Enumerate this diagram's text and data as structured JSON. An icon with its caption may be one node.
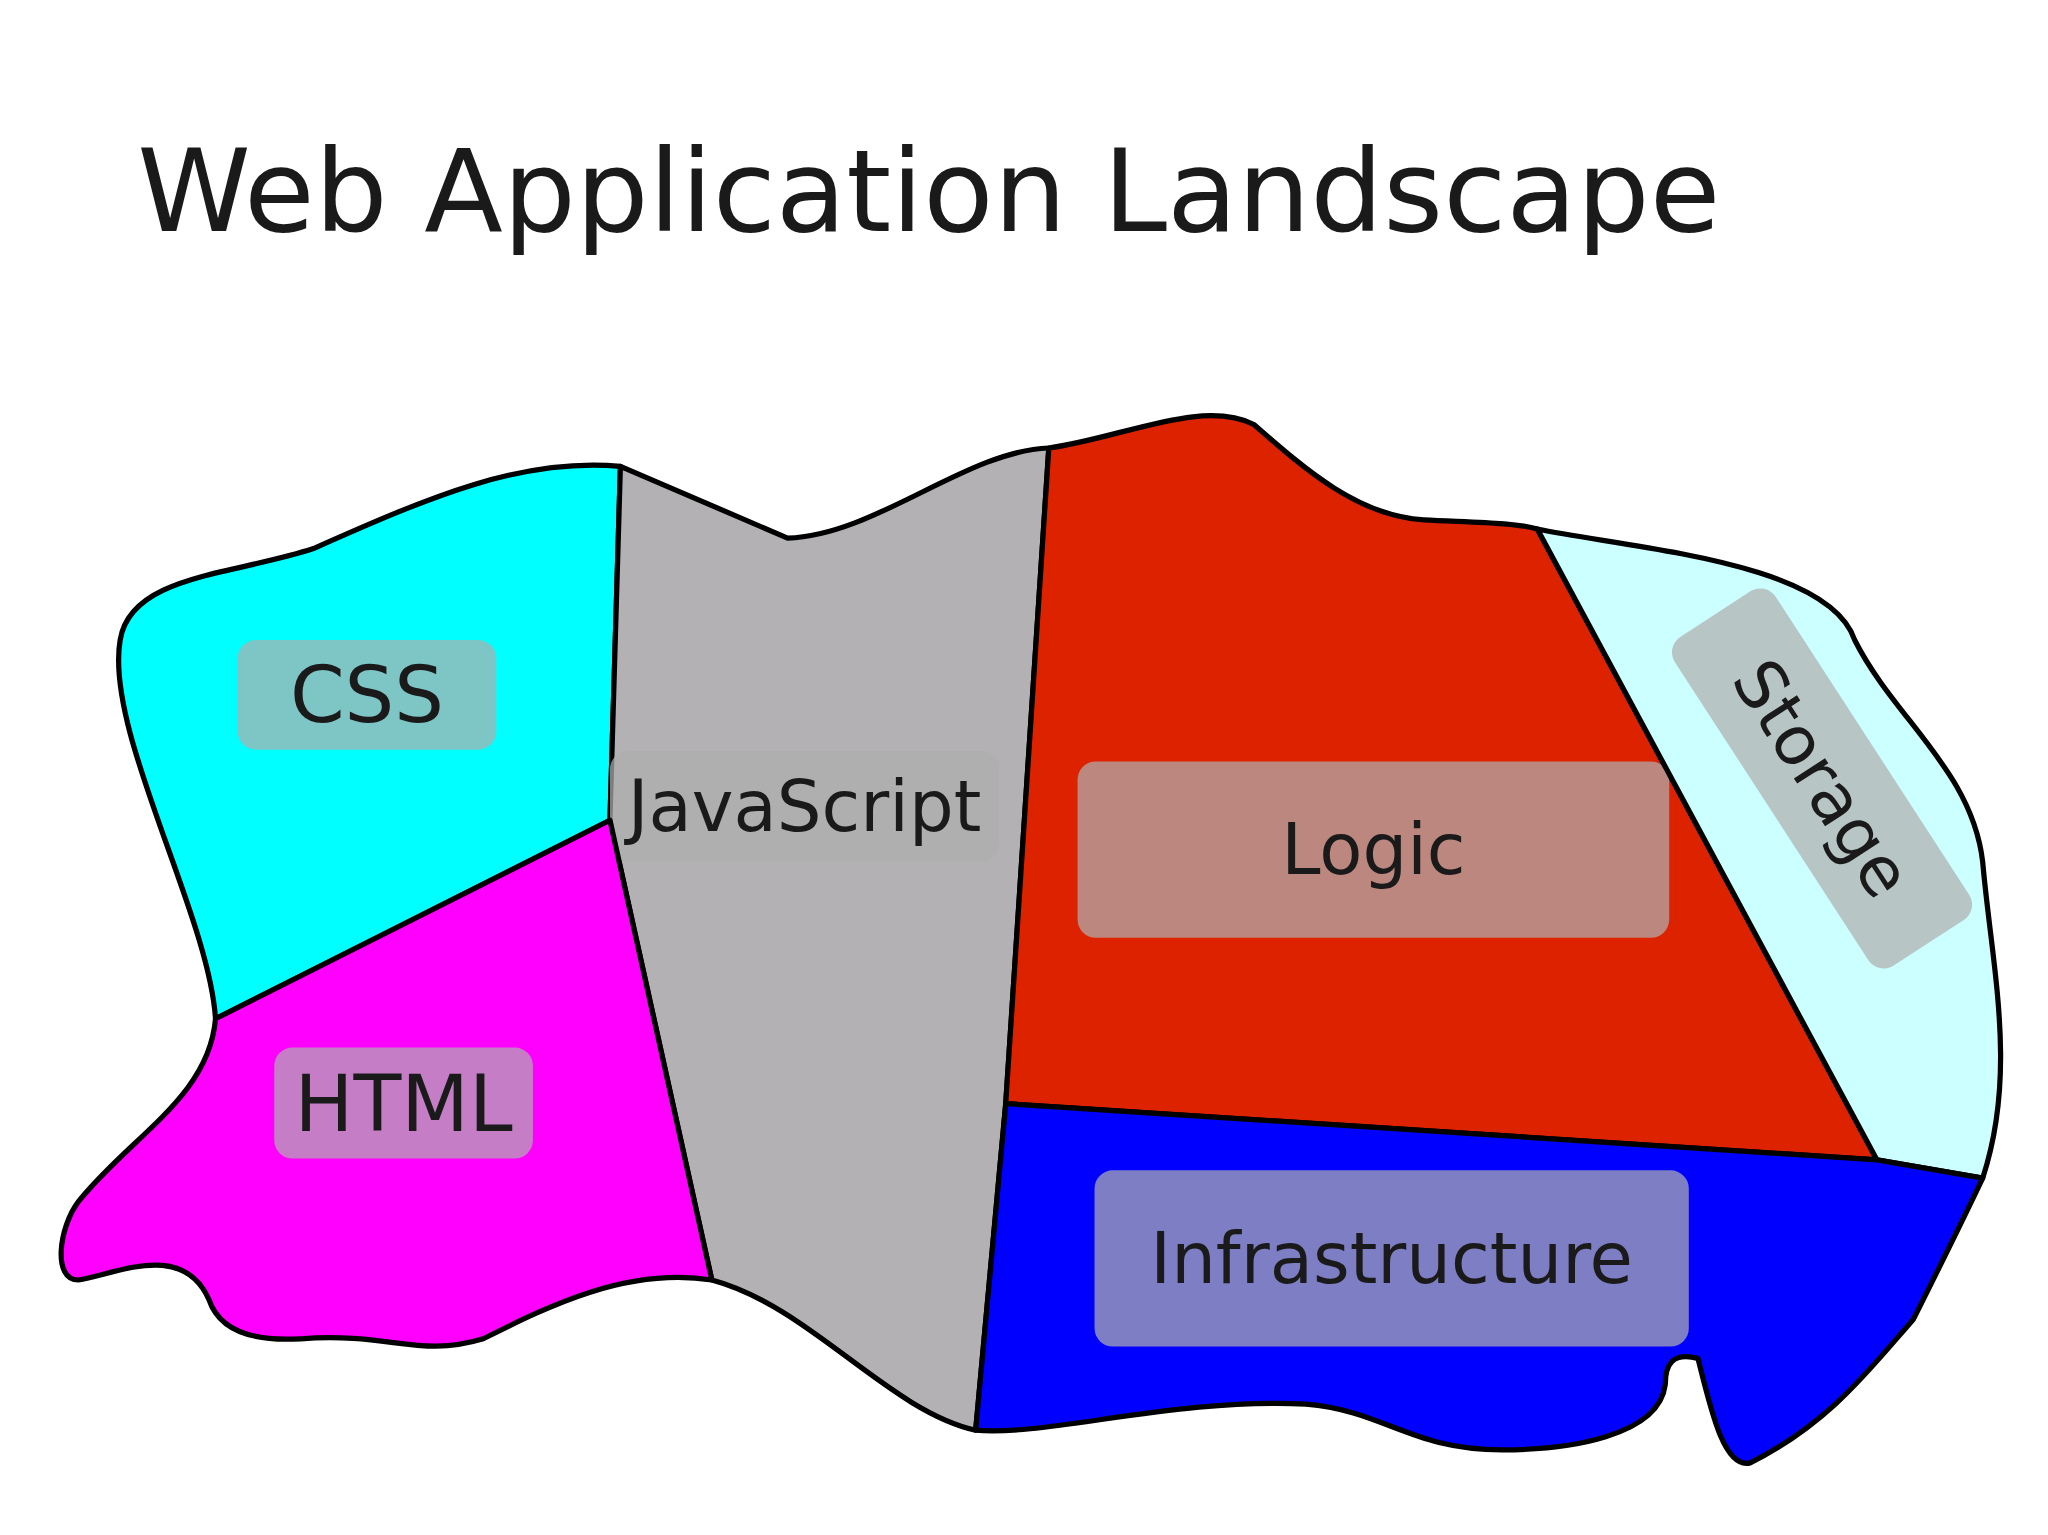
{
  "diagram": {
    "title": "Web Application Landscape",
    "nodes": [
      {
        "text": [
          "CSS"
        ]
      },
      {
        "text": [
          "JavaScript"
        ]
      },
      {
        "text": [
          "HTML"
        ]
      },
      {
        "text": [
          "Logic"
        ]
      },
      {
        "text": [
          "Storage"
        ]
      },
      {
        "text": [
          "Infrastructure"
        ]
      }
    ]
  }
}
